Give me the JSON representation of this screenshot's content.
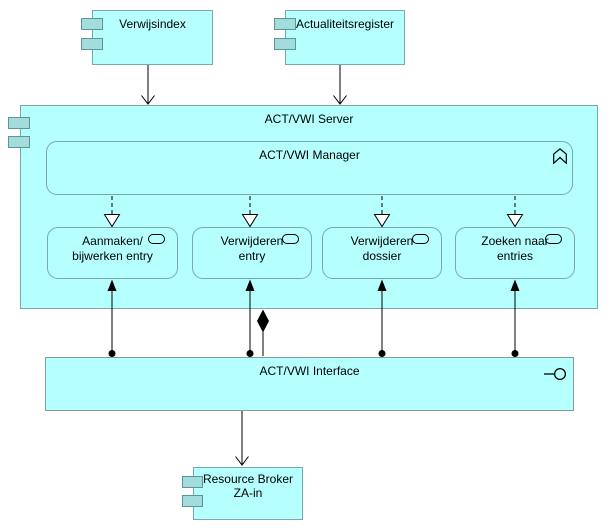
{
  "colors": {
    "node_fill": "#b5ffff",
    "node_border": "#79a8ae",
    "interface_border": "#879b9e",
    "icon_fill": "#a3dcdc",
    "icon_border": "#5f9494",
    "connector": "#000000"
  },
  "icons": {
    "component": "component-icon",
    "function": "function-chevron-icon",
    "service": "service-oval-icon",
    "interface": "lollipop-interface-icon"
  },
  "nodes": {
    "verwijsindex": {
      "label": "Verwijsindex"
    },
    "actualiteitsregister": {
      "label": "Actualiteitsregister"
    },
    "server": {
      "label": "ACT/VWI Server"
    },
    "manager": {
      "label": "ACT/VWI Manager"
    },
    "service_aanmaken": {
      "label_line1": "Aanmaken/",
      "label_line2": "bijwerken entry"
    },
    "service_verwijderen_entry": {
      "label_line1": "Verwijderen",
      "label_line2": "entry"
    },
    "service_verwijderen_dossier": {
      "label_line1": "Verwijderen",
      "label_line2": "dossier"
    },
    "service_zoeken": {
      "label_line1": "Zoeken naar",
      "label_line2": "entries"
    },
    "interface": {
      "label": "ACT/VWI Interface"
    },
    "resource_broker": {
      "label_line1": "Resource Broker",
      "label_line2": "ZA-in"
    }
  }
}
